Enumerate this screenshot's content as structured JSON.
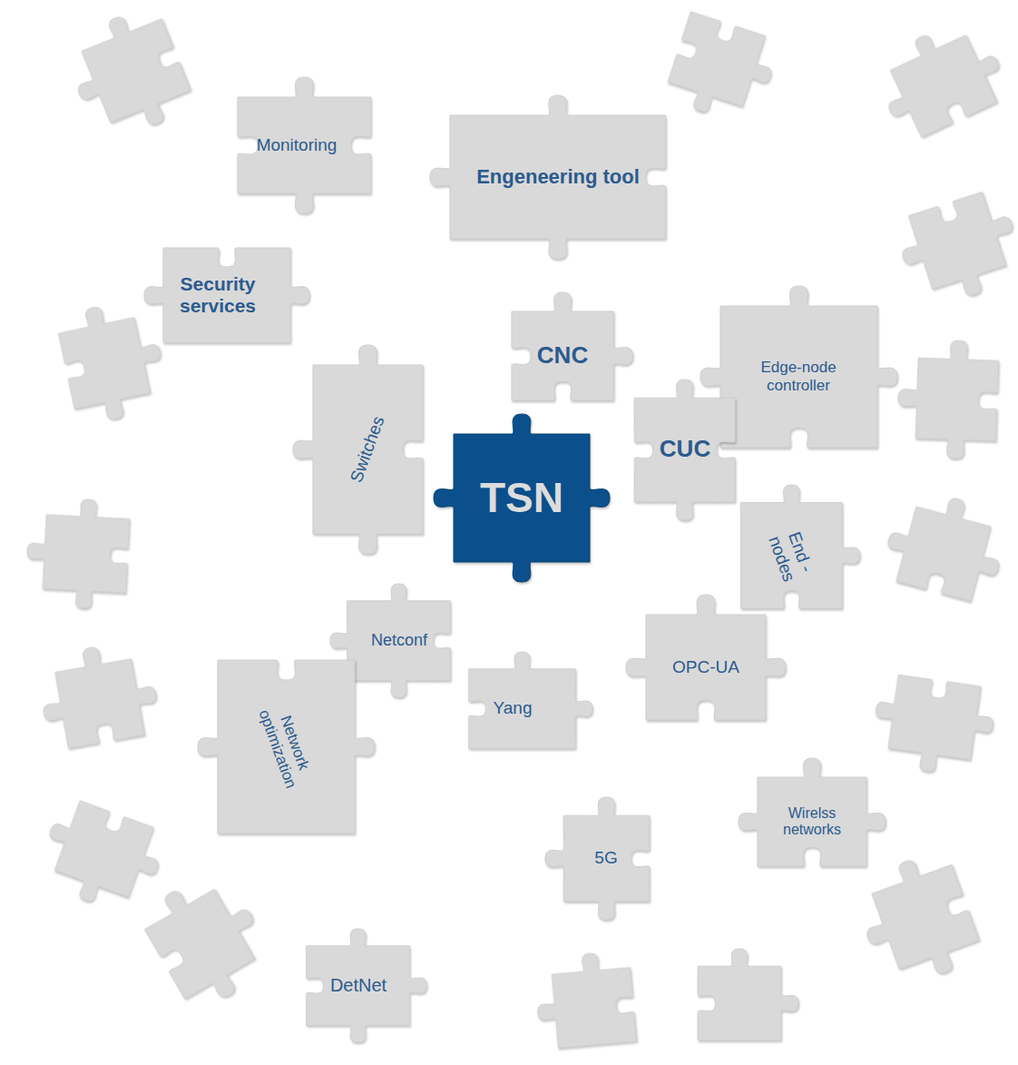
{
  "diagram": {
    "nodes": [
      {
        "text": [
          "Monitoring"
        ]
      },
      {
        "text": [
          "Engeneering tool"
        ]
      },
      {
        "text": [
          "Security services"
        ]
      },
      {
        "text": [
          "CNC"
        ]
      },
      {
        "text": [
          "Edge-node controller"
        ]
      },
      {
        "text": [
          "Switches"
        ]
      },
      {
        "text": [
          "TSN"
        ]
      },
      {
        "text": [
          "CUC"
        ]
      },
      {
        "text": [
          "End - nodes"
        ]
      },
      {
        "text": [
          "Netconf"
        ]
      },
      {
        "text": [
          "OPC-UA"
        ]
      },
      {
        "text": [
          "Yang"
        ]
      },
      {
        "text": [
          "Network optimization"
        ]
      },
      {
        "text": [
          "Wirelss networks"
        ]
      },
      {
        "text": [
          "5G"
        ]
      },
      {
        "text": [
          "DetNet"
        ]
      }
    ]
  }
}
